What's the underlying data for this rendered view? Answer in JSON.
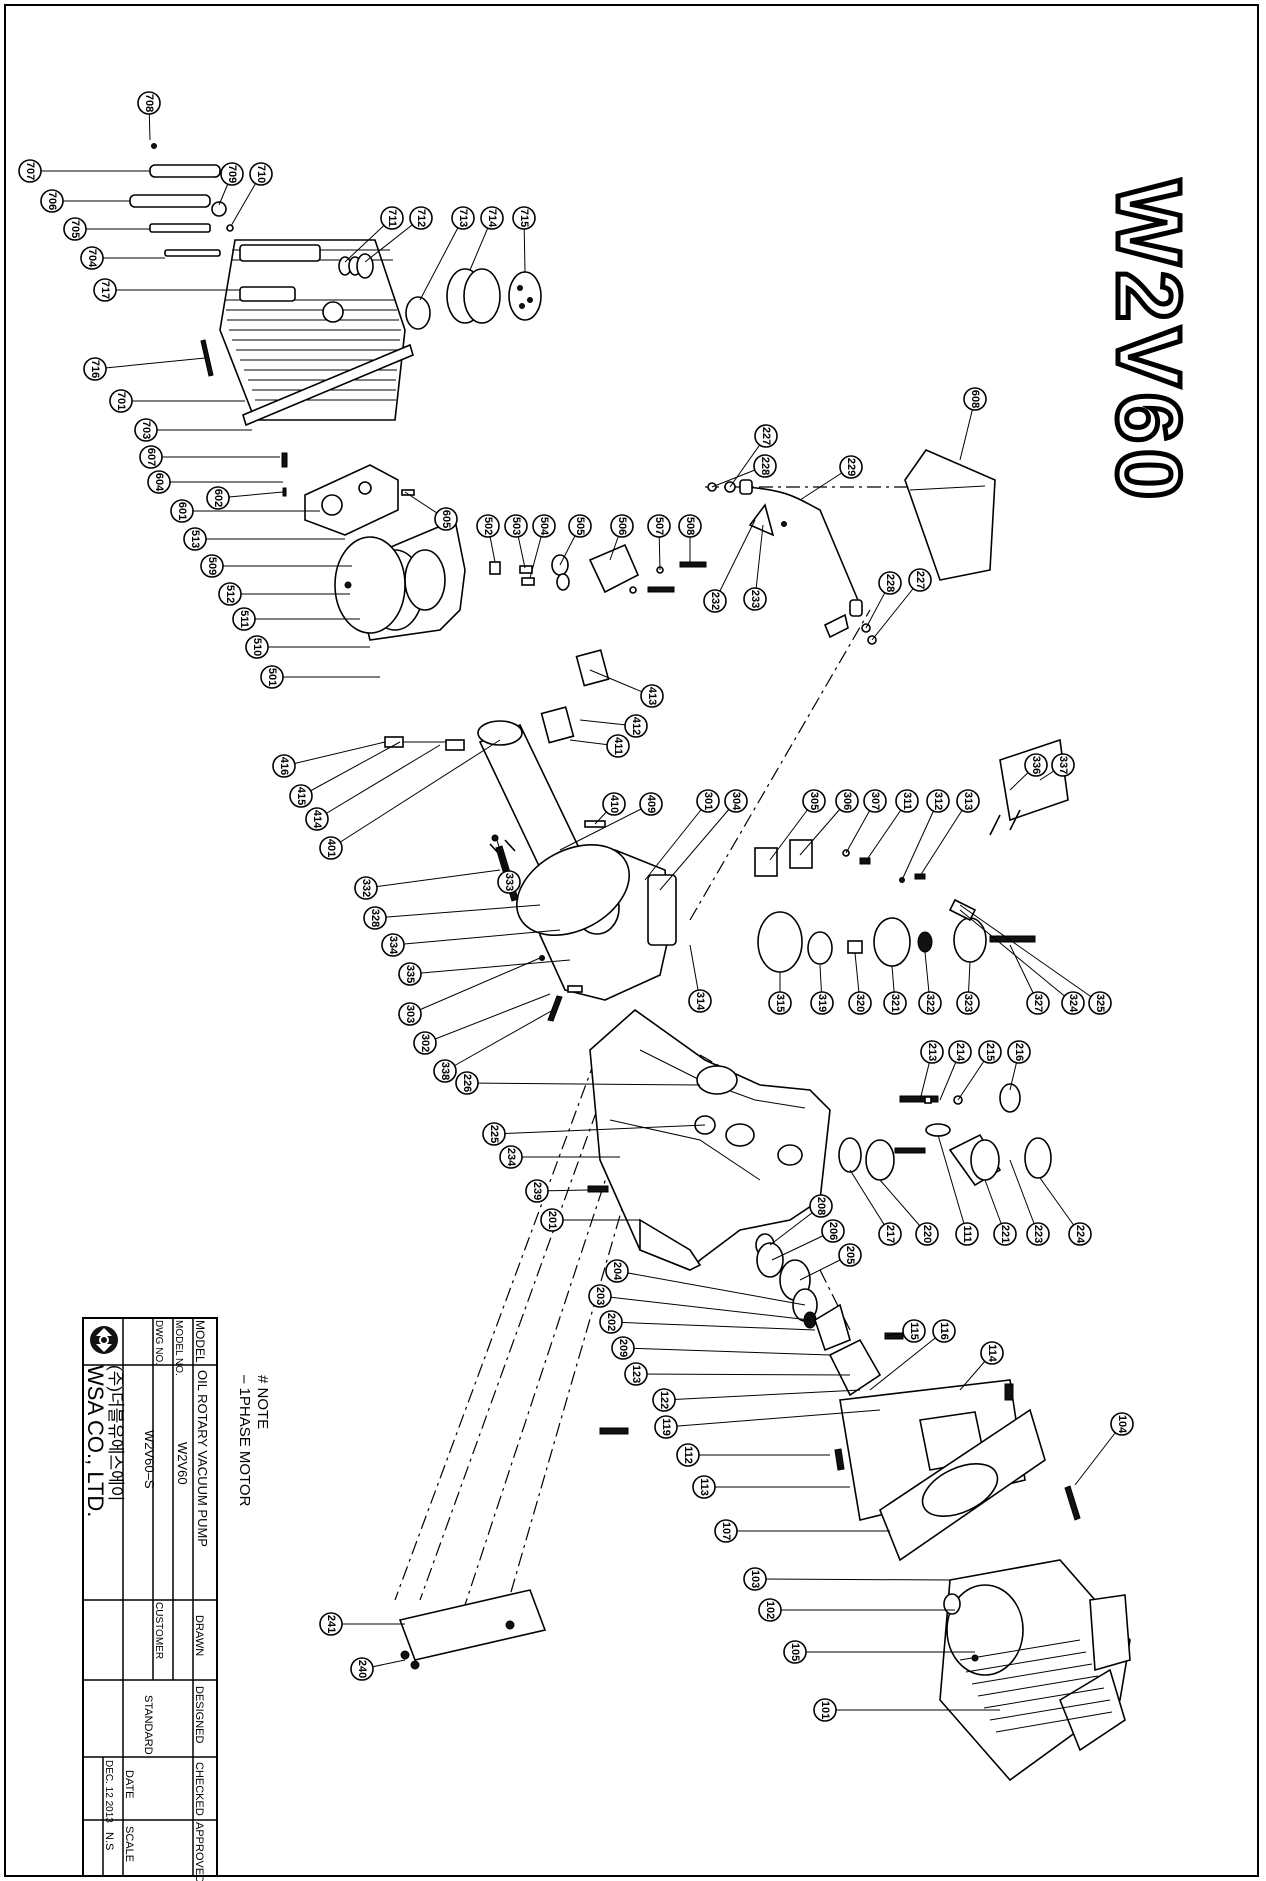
{
  "drawing": {
    "title": "W2V60",
    "note_header": "# NOTE",
    "note_line": "– 1PHASE MOTOR"
  },
  "parts": [
    {
      "label": "101"
    },
    {
      "label": "102"
    },
    {
      "label": "103"
    },
    {
      "label": "104"
    },
    {
      "label": "105"
    },
    {
      "label": "107"
    },
    {
      "label": "111"
    },
    {
      "label": "112"
    },
    {
      "label": "113"
    },
    {
      "label": "114"
    },
    {
      "label": "115"
    },
    {
      "label": "116"
    },
    {
      "label": "119"
    },
    {
      "label": "122"
    },
    {
      "label": "123"
    },
    {
      "label": "201"
    },
    {
      "label": "202"
    },
    {
      "label": "203"
    },
    {
      "label": "204"
    },
    {
      "label": "205"
    },
    {
      "label": "206"
    },
    {
      "label": "208"
    },
    {
      "label": "209"
    },
    {
      "label": "213"
    },
    {
      "label": "214"
    },
    {
      "label": "215"
    },
    {
      "label": "216"
    },
    {
      "label": "217"
    },
    {
      "label": "220"
    },
    {
      "label": "221"
    },
    {
      "label": "223"
    },
    {
      "label": "224"
    },
    {
      "label": "225"
    },
    {
      "label": "226"
    },
    {
      "label": "227"
    },
    {
      "label": "228"
    },
    {
      "label": "229"
    },
    {
      "label": "232"
    },
    {
      "label": "233"
    },
    {
      "label": "234"
    },
    {
      "label": "239"
    },
    {
      "label": "240"
    },
    {
      "label": "241"
    },
    {
      "label": "301"
    },
    {
      "label": "302"
    },
    {
      "label": "303"
    },
    {
      "label": "304"
    },
    {
      "label": "305"
    },
    {
      "label": "306"
    },
    {
      "label": "307"
    },
    {
      "label": "311"
    },
    {
      "label": "312"
    },
    {
      "label": "313"
    },
    {
      "label": "314"
    },
    {
      "label": "315"
    },
    {
      "label": "319"
    },
    {
      "label": "320"
    },
    {
      "label": "321"
    },
    {
      "label": "322"
    },
    {
      "label": "323"
    },
    {
      "label": "324"
    },
    {
      "label": "325"
    },
    {
      "label": "327"
    },
    {
      "label": "328"
    },
    {
      "label": "332"
    },
    {
      "label": "333"
    },
    {
      "label": "334"
    },
    {
      "label": "335"
    },
    {
      "label": "336"
    },
    {
      "label": "337"
    },
    {
      "label": "338"
    },
    {
      "label": "401"
    },
    {
      "label": "409"
    },
    {
      "label": "410"
    },
    {
      "label": "411"
    },
    {
      "label": "412"
    },
    {
      "label": "413"
    },
    {
      "label": "414"
    },
    {
      "label": "415"
    },
    {
      "label": "416"
    },
    {
      "label": "501"
    },
    {
      "label": "502"
    },
    {
      "label": "503"
    },
    {
      "label": "504"
    },
    {
      "label": "505"
    },
    {
      "label": "506"
    },
    {
      "label": "507"
    },
    {
      "label": "508"
    },
    {
      "label": "509"
    },
    {
      "label": "510"
    },
    {
      "label": "511"
    },
    {
      "label": "512"
    },
    {
      "label": "513"
    },
    {
      "label": "601"
    },
    {
      "label": "602"
    },
    {
      "label": "604"
    },
    {
      "label": "605"
    },
    {
      "label": "607"
    },
    {
      "label": "608"
    },
    {
      "label": "701"
    },
    {
      "label": "703"
    },
    {
      "label": "704"
    },
    {
      "label": "705"
    },
    {
      "label": "706"
    },
    {
      "label": "707"
    },
    {
      "label": "708"
    },
    {
      "label": "709"
    },
    {
      "label": "710"
    },
    {
      "label": "711"
    },
    {
      "label": "712"
    },
    {
      "label": "713"
    },
    {
      "label": "714"
    },
    {
      "label": "715"
    },
    {
      "label": "716"
    },
    {
      "label": "717"
    }
  ],
  "title_block": {
    "model_name_label": "MODEL",
    "model_name_value": "OIL ROTARY VACUUM PUMP",
    "model_no_label": "MODEL NO.",
    "model_no_value": "W2V60",
    "dwg_no_label": "DWG NO.",
    "dwg_no_value": "W2V60–S",
    "customer_label": "CUSTOMER",
    "customer_value": "STANDARD",
    "drawn_label": "DRAWN",
    "designed_label": "DESIGNED",
    "checked_label": "CHECKED",
    "approved_label": "APPROVED",
    "date_label": "DATE",
    "date_value": "DEC. 12 2013",
    "scale_label": "SCALE",
    "scale_value": "N.S",
    "company_korean": "(주)더블유에스에이",
    "company_english": "WSA CO., LTD."
  }
}
